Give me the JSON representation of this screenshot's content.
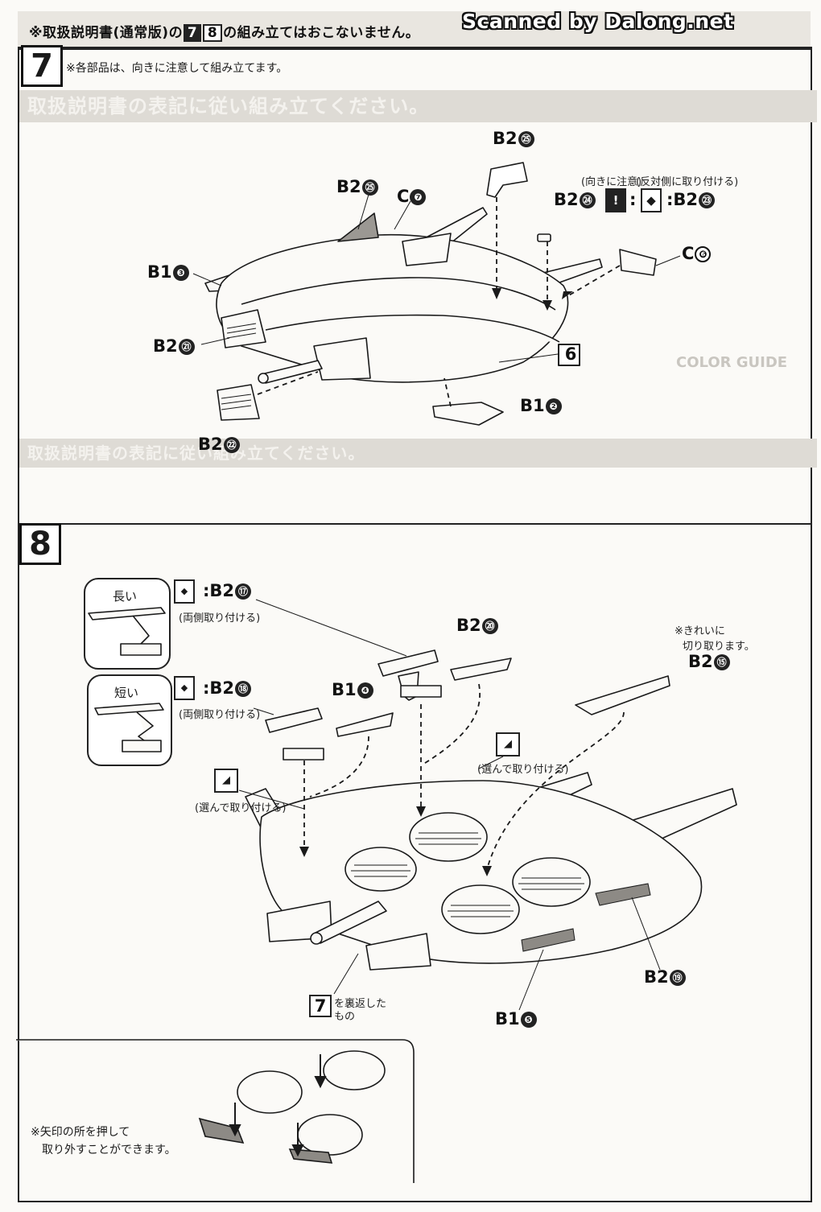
{
  "header": {
    "notice_prefix": "※取扱説明書(通常版)の",
    "notice_step_a": "7",
    "notice_step_b": "8",
    "notice_suffix": "の組み立てはおこないません。",
    "watermark": "Scanned by Dalong.net"
  },
  "step7": {
    "number": "7",
    "instruction": "※各部品は、向きに注意して組み立てます。",
    "parts": {
      "b2_25_top": {
        "runner": "B2",
        "num": "㉕"
      },
      "b2_25_left": {
        "runner": "B2",
        "num": "㉕"
      },
      "c7": {
        "runner": "C",
        "num": "❼"
      },
      "b2_24": {
        "runner": "B2",
        "num": "㉔"
      },
      "b2_23": {
        "runner": "B2",
        "num": "㉓"
      },
      "c6": {
        "runner": "C",
        "num": "❻"
      },
      "b1_3": {
        "runner": "B1",
        "num": "❸"
      },
      "b2_21": {
        "runner": "B2",
        "num": "㉑"
      },
      "b2_22": {
        "runner": "B2",
        "num": "㉒"
      },
      "b1_2": {
        "runner": "B1",
        "num": "❷"
      }
    },
    "note_orientation": "(向きに注意)",
    "note_opposite": "(反対側に取り付ける)",
    "ref_box": "6",
    "icon_caution": "!",
    "icon_mirror": "◆"
  },
  "step8": {
    "number": "8",
    "long_label": "長い",
    "short_label": "短い",
    "both_sides_note_a": "(両側取り付ける)",
    "both_sides_note_b": "(両側取り付ける)",
    "choose_note_a": "(選んで取り付ける)",
    "choose_note_b": "(選んで取り付ける)",
    "clean_cut_note_1": "※きれいに",
    "clean_cut_note_2": "切り取ります。",
    "parts": {
      "b2_17": {
        "runner": "B2",
        "num": "⑰"
      },
      "b2_18": {
        "runner": "B2",
        "num": "⑱"
      },
      "b2_20": {
        "runner": "B2",
        "num": "⑳"
      },
      "b1_4": {
        "runner": "B1",
        "num": "❹"
      },
      "b2_15": {
        "runner": "B2",
        "num": "⑮"
      },
      "b2_19": {
        "runner": "B2",
        "num": "⑲"
      },
      "b1_5": {
        "runner": "B1",
        "num": "❺"
      }
    },
    "ref_box": "7",
    "ref_text_1": "を裏返した",
    "ref_text_2": "もの",
    "detach_note_1": "※矢印の所を押して",
    "detach_note_2": "取り外すことができます。"
  },
  "background_bleed": {
    "band_1": "取扱説明書の表記に従い組み立てください。",
    "band_2": "取扱説明書の表記に従い組み立てください。",
    "color_guide": "COLOR GUIDE"
  }
}
